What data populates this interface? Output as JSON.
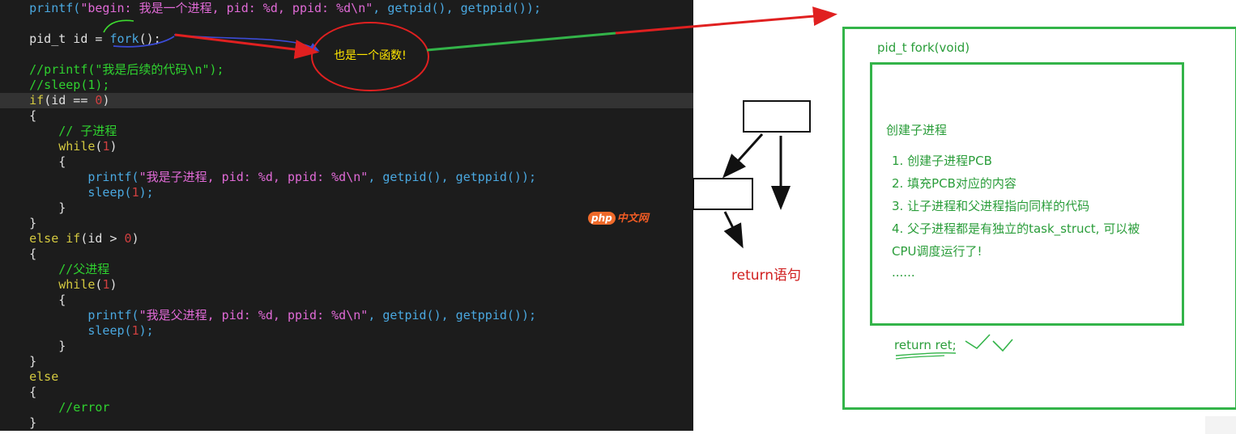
{
  "code": {
    "lines": [
      [
        {
          "t": "    printf(",
          "c": "f"
        },
        {
          "t": "\"begin: 我是一个进程, pid: %d, ppid: %d\\n\"",
          "c": "s"
        },
        {
          "t": ", getpid(), getppid());",
          "c": "f"
        }
      ],
      [],
      [
        {
          "t": "    pid_t id = ",
          "c": "t"
        },
        {
          "t": "fork",
          "c": "f"
        },
        {
          "t": "();",
          "c": "t"
        }
      ],
      [],
      [
        {
          "t": "    //printf(\"我是后续的代码\\n\");",
          "c": "c"
        }
      ],
      [
        {
          "t": "    //sleep(1);",
          "c": "c"
        }
      ],
      [
        {
          "t": "    ",
          "c": "t"
        },
        {
          "t": "if",
          "c": "k"
        },
        {
          "t": "(id == ",
          "c": "t"
        },
        {
          "t": "0",
          "c": "n"
        },
        {
          "t": ")",
          "c": "t"
        }
      ],
      [
        {
          "t": "    {",
          "c": "t"
        }
      ],
      [
        {
          "t": "        // 子进程",
          "c": "c"
        }
      ],
      [
        {
          "t": "        ",
          "c": "t"
        },
        {
          "t": "while",
          "c": "k"
        },
        {
          "t": "(",
          "c": "t"
        },
        {
          "t": "1",
          "c": "n"
        },
        {
          "t": ")",
          "c": "t"
        }
      ],
      [
        {
          "t": "        {",
          "c": "t"
        }
      ],
      [
        {
          "t": "            printf(",
          "c": "f"
        },
        {
          "t": "\"我是子进程, pid: %d, ppid: %d\\n\"",
          "c": "s"
        },
        {
          "t": ", getpid(), getppid());",
          "c": "f"
        }
      ],
      [
        {
          "t": "            sleep(",
          "c": "f"
        },
        {
          "t": "1",
          "c": "n"
        },
        {
          "t": ");",
          "c": "f"
        }
      ],
      [
        {
          "t": "        }",
          "c": "t"
        }
      ],
      [
        {
          "t": "    }",
          "c": "t"
        }
      ],
      [
        {
          "t": "    ",
          "c": "t"
        },
        {
          "t": "else if",
          "c": "k"
        },
        {
          "t": "(id > ",
          "c": "t"
        },
        {
          "t": "0",
          "c": "n"
        },
        {
          "t": ")",
          "c": "t"
        }
      ],
      [
        {
          "t": "    {",
          "c": "t"
        }
      ],
      [
        {
          "t": "        //父进程",
          "c": "c"
        }
      ],
      [
        {
          "t": "        ",
          "c": "t"
        },
        {
          "t": "while",
          "c": "k"
        },
        {
          "t": "(",
          "c": "t"
        },
        {
          "t": "1",
          "c": "n"
        },
        {
          "t": ")",
          "c": "t"
        }
      ],
      [
        {
          "t": "        {",
          "c": "t"
        }
      ],
      [
        {
          "t": "            printf(",
          "c": "f"
        },
        {
          "t": "\"我是父进程, pid: %d, ppid: %d\\n\"",
          "c": "s"
        },
        {
          "t": ", getpid(), getppid());",
          "c": "f"
        }
      ],
      [
        {
          "t": "            sleep(",
          "c": "f"
        },
        {
          "t": "1",
          "c": "n"
        },
        {
          "t": ");",
          "c": "f"
        }
      ],
      [
        {
          "t": "        }",
          "c": "t"
        }
      ],
      [
        {
          "t": "    }",
          "c": "t"
        }
      ],
      [
        {
          "t": "    ",
          "c": "t"
        },
        {
          "t": "else",
          "c": "k"
        }
      ],
      [
        {
          "t": "    {",
          "c": "t"
        }
      ],
      [
        {
          "t": "        //error",
          "c": "c"
        }
      ],
      [
        {
          "t": "    }",
          "c": "t"
        }
      ]
    ],
    "current_line": 6
  },
  "bubble": {
    "text": "也是一个函数!"
  },
  "watermark": {
    "badge": "php",
    "text": "中文网"
  },
  "return_label": "return语句",
  "fork_box": {
    "signature": "pid_t fork(void)",
    "heading": "创建子进程",
    "steps": [
      "1. 创建子进程PCB",
      "2. 填充PCB对应的内容",
      "3. 让子进程和父进程指向同样的代码",
      "4. 父子进程都是有独立的task_struct, 可以被",
      "CPU调度运行了!",
      "......"
    ],
    "return_note": "return ret;"
  },
  "colors": {
    "editor_bg": "#1c1c1c",
    "green": "#33b449",
    "red_arrow": "#e02020",
    "bubble_text": "#ffe600"
  }
}
